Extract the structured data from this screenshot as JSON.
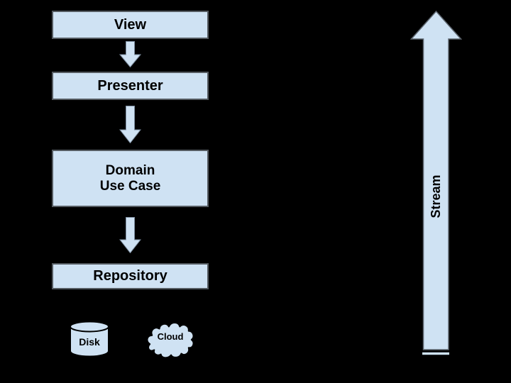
{
  "colors": {
    "background": "#000000",
    "shape_fill": "#cfe2f3",
    "box_border": "#555b61",
    "shape_outline": "#000000",
    "text": "#000000"
  },
  "layers": {
    "view": {
      "label": "View"
    },
    "presenter": {
      "label": "Presenter"
    },
    "domain": {
      "line1": "Domain",
      "line2": "Use Case"
    },
    "repository": {
      "label": "Repository"
    }
  },
  "storage": {
    "disk": {
      "label": "Disk"
    },
    "cloud": {
      "label": "Cloud"
    }
  },
  "stream": {
    "label": "Stream"
  },
  "icons": {
    "flow_arrow": "arrow-down-icon",
    "stream_arrow": "arrow-up-icon",
    "disk_shape": "database-cylinder-icon",
    "cloud_shape": "cloud-icon"
  }
}
